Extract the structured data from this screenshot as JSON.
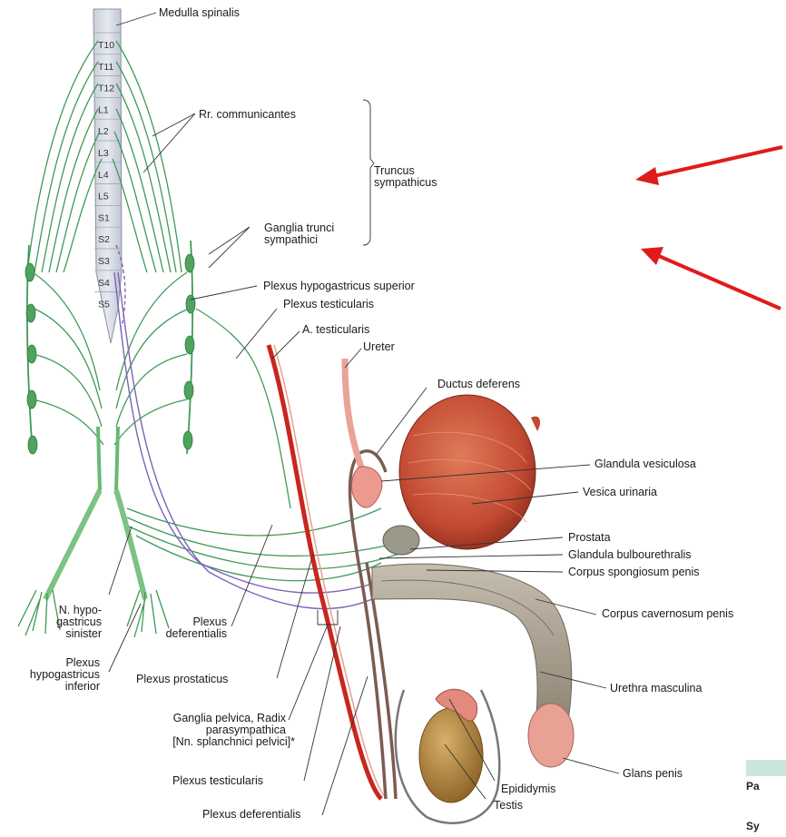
{
  "spinal": {
    "segments": [
      "T10",
      "T11",
      "T12",
      "L1",
      "L2",
      "L3",
      "L4",
      "L5",
      "S1",
      "S2",
      "S3",
      "S4",
      "S5"
    ]
  },
  "labels": {
    "medulla": "Medulla spinalis",
    "rr_comm": "Rr. communicantes",
    "truncus_1": "Truncus",
    "truncus_2": "sympathicus",
    "ganglia_tr_1": "Ganglia trunci",
    "ganglia_tr_2": "sympathici",
    "plexus_hyp_sup": "Plexus hypogastricus superior",
    "plexus_test_top": "Plexus testicularis",
    "a_test": "A. testicularis",
    "ureter": "Ureter",
    "ductus": "Ductus deferens",
    "gland_ves": "Glandula vesiculosa",
    "vesica": "Vesica urinaria",
    "prostata": "Prostata",
    "gland_bulbo": "Glandula bulbourethralis",
    "corp_spong": "Corpus spongiosum penis",
    "corp_cav": "Corpus cavernosum penis",
    "urethra": "Urethra masculina",
    "glans": "Glans penis",
    "epididymis": "Epididymis",
    "testis": "Testis",
    "n_hypo_1": "N. hypo-",
    "n_hypo_2": "gastricus",
    "n_hypo_3": "sinister",
    "plexus_def_1": "Plexus",
    "plexus_def_2": "deferentialis",
    "plexus_hyp_inf_1": "Plexus",
    "plexus_hyp_inf_2": "hypogastricus",
    "plexus_hyp_inf_3": "inferior",
    "plexus_prost": "Plexus prostaticus",
    "ganglia_pel_1": "Ganglia pelvica, Radix",
    "ganglia_pel_2": "parasympathica",
    "ganglia_pel_3": "[Nn. splanchnici pelvici]*",
    "plexus_test_bot": "Plexus testicularis",
    "plexus_def_bot": "Plexus deferentialis"
  },
  "table_fragment": {
    "row1": "Pa",
    "row2": "Sy"
  },
  "colors": {
    "nerve_green": "#3f9a55",
    "arrow_red": "#e01b1b",
    "artery_red": "#c8261f",
    "parasym_purple": "#7b63b8",
    "bladder": "#c9553a",
    "penis": "#a49a88",
    "testis": "#b58a45",
    "table_head": "#c9e7e0"
  },
  "icons": [
    "red-arrow-icon",
    "red-arrow-icon"
  ]
}
